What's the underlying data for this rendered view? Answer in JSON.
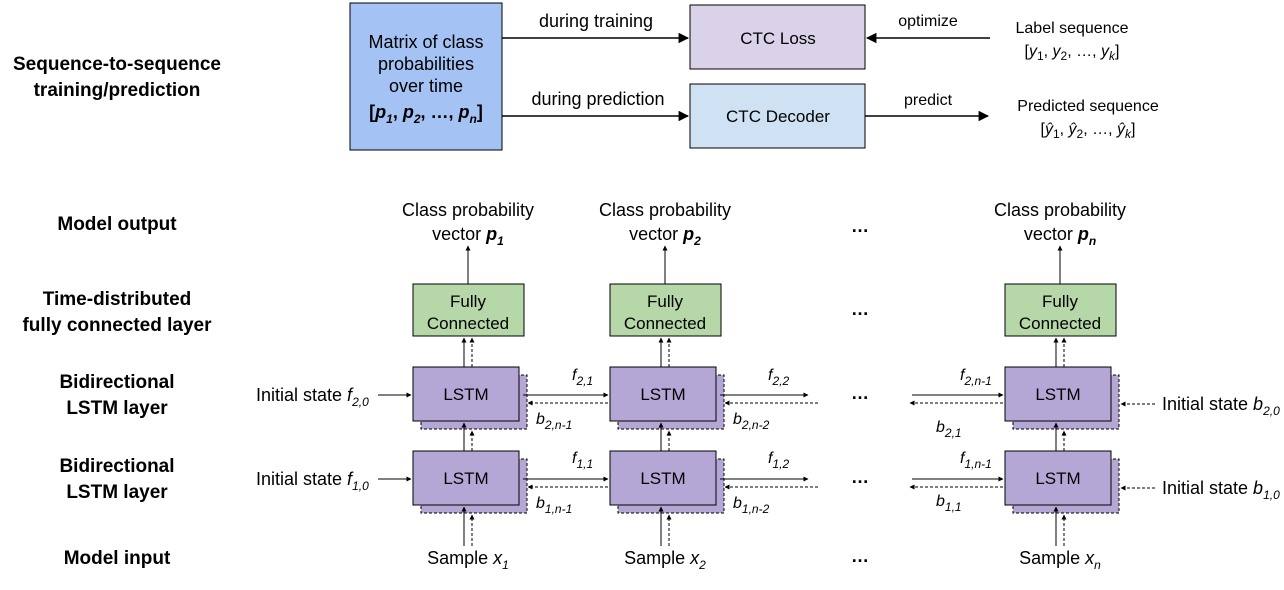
{
  "colors": {
    "matrix_fill": "#a4c2f4",
    "ctc_loss_fill": "#d9d2e9",
    "ctc_decoder_fill": "#cfe2f3",
    "fc_fill": "#b6d7a8",
    "lstm_fill": "#b4a7d6",
    "stroke": "#000000"
  },
  "row_labels": {
    "seq2seq_line1": "Sequence-to-sequence",
    "seq2seq_line2": "training/prediction",
    "model_output": "Model output",
    "time_distributed_line1": "Time-distributed",
    "time_distributed_line2": "fully connected layer",
    "bilstm_line1": "Bidirectional",
    "bilstm_line2": "LSTM layer",
    "model_input": "Model input"
  },
  "top": {
    "matrix_line1": "Matrix of class",
    "matrix_line2": "probabilities",
    "matrix_line3": "over time",
    "matrix_vector": "[p1, p2, …, pn]",
    "during_training": "during training",
    "during_prediction": "during prediction",
    "ctc_loss": "CTC Loss",
    "ctc_decoder": "CTC Decoder",
    "optimize": "optimize",
    "predict": "predict",
    "label_sequence": "Label sequence",
    "label_vector": "[y1, y2, …, yk]",
    "predicted_sequence": "Predicted sequence",
    "predicted_vector": "[ŷ1, ŷ2, …, ŷk]"
  },
  "columns": {
    "output_prefix_line1": "Class probability",
    "output_prefix_line2": "vector",
    "outputs": [
      "p1",
      "p2",
      "pn"
    ],
    "fc_line1": "Fully",
    "fc_line2": "Connected",
    "lstm": "LSTM",
    "sample_prefix": "Sample",
    "samples": [
      "x1",
      "x2",
      "xn"
    ],
    "ellipsis": "…"
  },
  "states": {
    "initial_state_prefix": "Initial state",
    "f20": "f2,0",
    "f10": "f1,0",
    "b20": "b2,0",
    "b10": "b1,0",
    "f21": "f2,1",
    "f22": "f2,2",
    "f2n1": "f2,n-1",
    "b2n1": "b2,n-1",
    "b2n2": "b2,n-2",
    "b21": "b2,1",
    "f11": "f1,1",
    "f12": "f1,2",
    "f1n1": "f1,n-1",
    "b1n1": "b1,n-1",
    "b1n2": "b1,n-2",
    "b11": "b1,1"
  }
}
